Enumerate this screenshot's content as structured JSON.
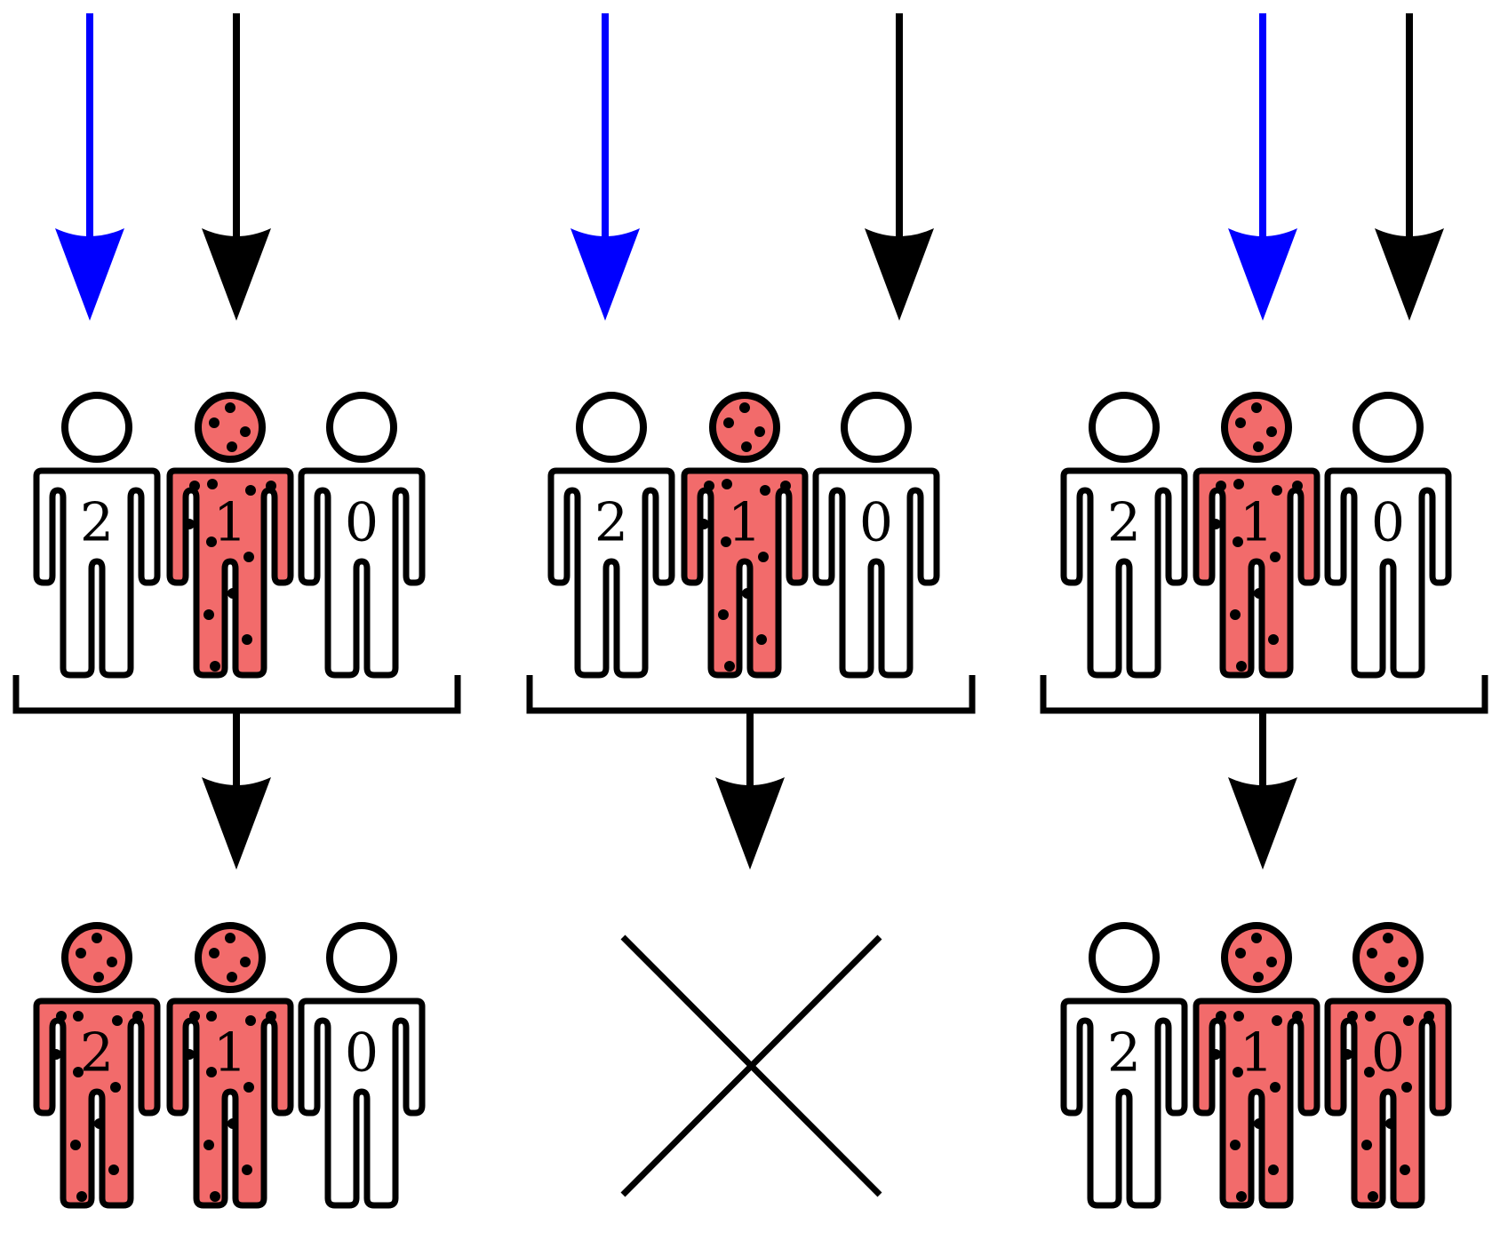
{
  "colors": {
    "infected_fill": "#f26b6b",
    "healthy_fill": "#ffffff",
    "outline": "#000000",
    "blue_arrow": "#0000ff",
    "black_arrow": "#000000",
    "spot": "#000000"
  },
  "scenarios": [
    {
      "id": "left",
      "incoming_arrows": [
        "blue",
        "black"
      ],
      "before": [
        {
          "label": "2",
          "infected": false
        },
        {
          "label": "1",
          "infected": true
        },
        {
          "label": "0",
          "infected": false
        }
      ],
      "outcome": "group",
      "after": [
        {
          "label": "2",
          "infected": true
        },
        {
          "label": "1",
          "infected": true
        },
        {
          "label": "0",
          "infected": false
        }
      ]
    },
    {
      "id": "middle",
      "incoming_arrows": [
        "blue",
        "black"
      ],
      "before": [
        {
          "label": "2",
          "infected": false
        },
        {
          "label": "1",
          "infected": true
        },
        {
          "label": "0",
          "infected": false
        }
      ],
      "outcome": "cross",
      "after": []
    },
    {
      "id": "right",
      "incoming_arrows": [
        "blue",
        "black"
      ],
      "before": [
        {
          "label": "2",
          "infected": false
        },
        {
          "label": "1",
          "infected": true
        },
        {
          "label": "0",
          "infected": false
        }
      ],
      "outcome": "group",
      "after": [
        {
          "label": "2",
          "infected": false
        },
        {
          "label": "1",
          "infected": true
        },
        {
          "label": "0",
          "infected": true
        }
      ]
    }
  ]
}
